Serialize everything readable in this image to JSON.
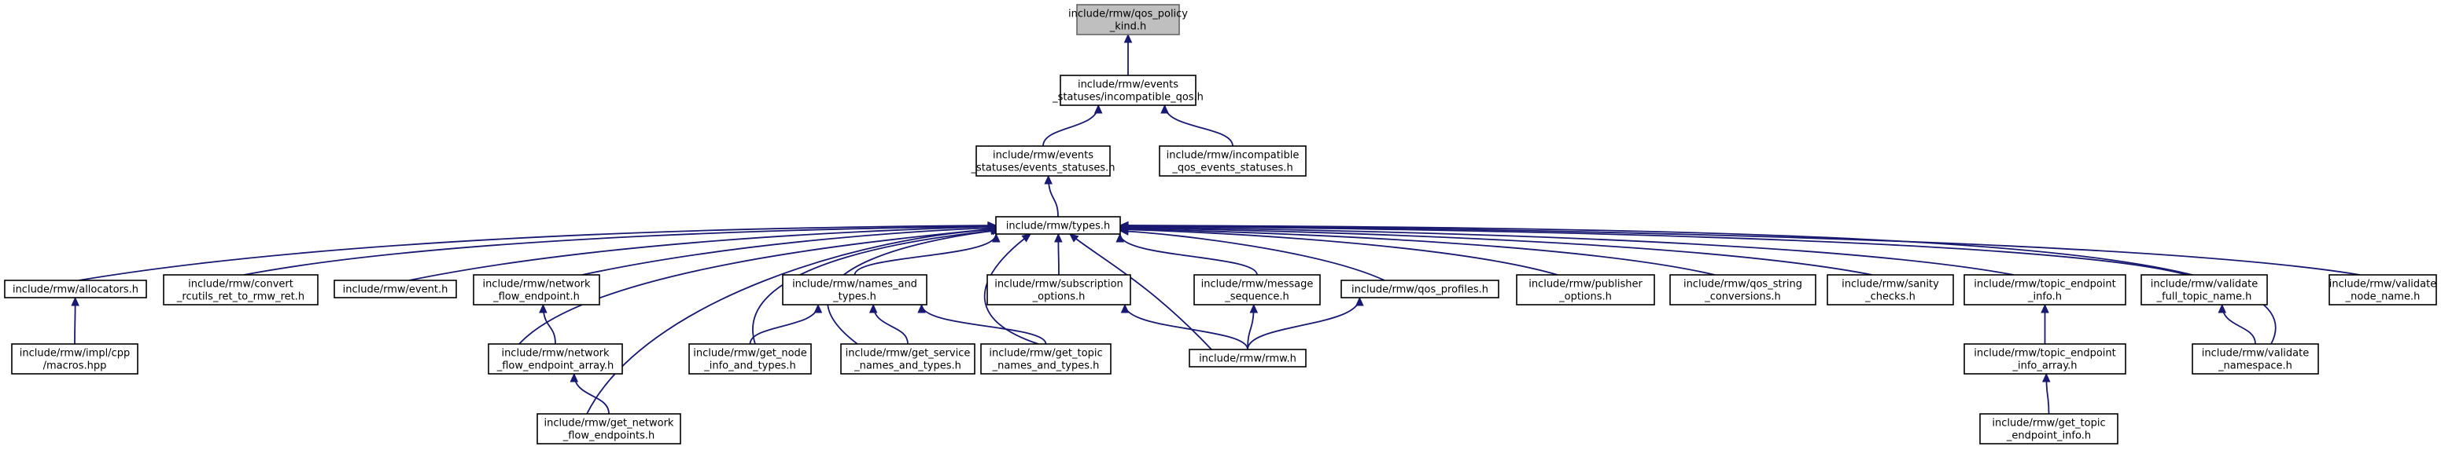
{
  "diagram": {
    "nodes": [
      {
        "id": "qos_policy_kind",
        "label_lines": [
          "include/rmw/qos_policy",
          "_kind.h"
        ],
        "highlighted": true
      },
      {
        "id": "incompatible_qos",
        "label_lines": [
          "include/rmw/events",
          "_statuses/incompatible_qos.h"
        ]
      },
      {
        "id": "events_statuses",
        "label_lines": [
          "include/rmw/events",
          "_statuses/events_statuses.h"
        ]
      },
      {
        "id": "incompatible_qos_events_statuses",
        "label_lines": [
          "include/rmw/incompatible",
          "_qos_events_statuses.h"
        ]
      },
      {
        "id": "types",
        "label_lines": [
          "include/rmw/types.h"
        ]
      },
      {
        "id": "allocators",
        "label_lines": [
          "include/rmw/allocators.h"
        ]
      },
      {
        "id": "convert_rcutils",
        "label_lines": [
          "include/rmw/convert",
          "_rcutils_ret_to_rmw_ret.h"
        ]
      },
      {
        "id": "event",
        "label_lines": [
          "include/rmw/event.h"
        ]
      },
      {
        "id": "network_flow_endpoint",
        "label_lines": [
          "include/rmw/network",
          "_flow_endpoint.h"
        ]
      },
      {
        "id": "names_and_types",
        "label_lines": [
          "include/rmw/names_and",
          "_types.h"
        ]
      },
      {
        "id": "subscription_options",
        "label_lines": [
          "include/rmw/subscription",
          "_options.h"
        ]
      },
      {
        "id": "message_sequence",
        "label_lines": [
          "include/rmw/message",
          "_sequence.h"
        ]
      },
      {
        "id": "qos_profiles",
        "label_lines": [
          "include/rmw/qos_profiles.h"
        ]
      },
      {
        "id": "publisher_options",
        "label_lines": [
          "include/rmw/publisher",
          "_options.h"
        ]
      },
      {
        "id": "qos_string_conversions",
        "label_lines": [
          "include/rmw/qos_string",
          "_conversions.h"
        ]
      },
      {
        "id": "sanity_checks",
        "label_lines": [
          "include/rmw/sanity",
          "_checks.h"
        ]
      },
      {
        "id": "topic_endpoint_info",
        "label_lines": [
          "include/rmw/topic_endpoint",
          "_info.h"
        ]
      },
      {
        "id": "validate_full_topic_name",
        "label_lines": [
          "include/rmw/validate",
          "_full_topic_name.h"
        ]
      },
      {
        "id": "validate_node_name",
        "label_lines": [
          "include/rmw/validate",
          "_node_name.h"
        ]
      },
      {
        "id": "impl_cpp_macros",
        "label_lines": [
          "include/rmw/impl/cpp",
          "/macros.hpp"
        ]
      },
      {
        "id": "network_flow_endpoint_array",
        "label_lines": [
          "include/rmw/network",
          "_flow_endpoint_array.h"
        ]
      },
      {
        "id": "get_node_info_and_types",
        "label_lines": [
          "include/rmw/get_node",
          "_info_and_types.h"
        ]
      },
      {
        "id": "get_service_names_and_types",
        "label_lines": [
          "include/rmw/get_service",
          "_names_and_types.h"
        ]
      },
      {
        "id": "get_topic_names_and_types",
        "label_lines": [
          "include/rmw/get_topic",
          "_names_and_types.h"
        ]
      },
      {
        "id": "rmw",
        "label_lines": [
          "include/rmw/rmw.h"
        ]
      },
      {
        "id": "topic_endpoint_info_array",
        "label_lines": [
          "include/rmw/topic_endpoint",
          "_info_array.h"
        ]
      },
      {
        "id": "validate_namespace",
        "label_lines": [
          "include/rmw/validate",
          "_namespace.h"
        ]
      },
      {
        "id": "get_network_flow_endpoints",
        "label_lines": [
          "include/rmw/get_network",
          "_flow_endpoints.h"
        ]
      },
      {
        "id": "get_topic_endpoint_info",
        "label_lines": [
          "include/rmw/get_topic",
          "_endpoint_info.h"
        ]
      }
    ],
    "edges": [
      {
        "from": "incompatible_qos",
        "to": "qos_policy_kind"
      },
      {
        "from": "events_statuses",
        "to": "incompatible_qos"
      },
      {
        "from": "incompatible_qos_events_statuses",
        "to": "incompatible_qos"
      },
      {
        "from": "types",
        "to": "events_statuses"
      },
      {
        "from": "allocators",
        "to": "types"
      },
      {
        "from": "convert_rcutils",
        "to": "types"
      },
      {
        "from": "event",
        "to": "types"
      },
      {
        "from": "network_flow_endpoint",
        "to": "types"
      },
      {
        "from": "network_flow_endpoint_array",
        "to": "types"
      },
      {
        "from": "get_network_flow_endpoints",
        "to": "types"
      },
      {
        "from": "get_node_info_and_types",
        "to": "types"
      },
      {
        "from": "get_service_names_and_types",
        "to": "types"
      },
      {
        "from": "names_and_types",
        "to": "types"
      },
      {
        "from": "get_topic_names_and_types",
        "to": "types"
      },
      {
        "from": "subscription_options",
        "to": "types"
      },
      {
        "from": "rmw",
        "to": "types"
      },
      {
        "from": "message_sequence",
        "to": "types"
      },
      {
        "from": "qos_profiles",
        "to": "types"
      },
      {
        "from": "publisher_options",
        "to": "types"
      },
      {
        "from": "qos_string_conversions",
        "to": "types"
      },
      {
        "from": "sanity_checks",
        "to": "types"
      },
      {
        "from": "topic_endpoint_info",
        "to": "types"
      },
      {
        "from": "validate_full_topic_name",
        "to": "types"
      },
      {
        "from": "validate_namespace",
        "to": "types"
      },
      {
        "from": "validate_node_name",
        "to": "types"
      },
      {
        "from": "impl_cpp_macros",
        "to": "allocators"
      },
      {
        "from": "network_flow_endpoint_array",
        "to": "network_flow_endpoint"
      },
      {
        "from": "get_network_flow_endpoints",
        "to": "network_flow_endpoint_array"
      },
      {
        "from": "get_node_info_and_types",
        "to": "names_and_types"
      },
      {
        "from": "get_service_names_and_types",
        "to": "names_and_types"
      },
      {
        "from": "get_topic_names_and_types",
        "to": "names_and_types"
      },
      {
        "from": "rmw",
        "to": "subscription_options"
      },
      {
        "from": "rmw",
        "to": "message_sequence"
      },
      {
        "from": "rmw",
        "to": "qos_profiles"
      },
      {
        "from": "topic_endpoint_info_array",
        "to": "topic_endpoint_info"
      },
      {
        "from": "get_topic_endpoint_info",
        "to": "topic_endpoint_info_array"
      },
      {
        "from": "validate_namespace",
        "to": "validate_full_topic_name"
      }
    ],
    "colors": {
      "edge": "#191970",
      "node_border": "#000000",
      "highlight_fill": "#bfbfbf",
      "highlight_border": "#666666",
      "background": "#ffffff"
    }
  }
}
